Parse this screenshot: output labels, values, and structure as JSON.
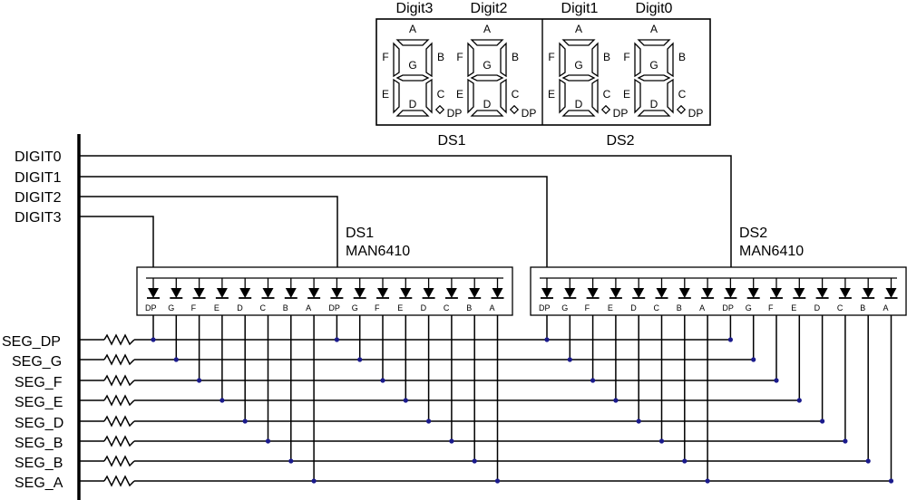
{
  "package_view": {
    "digit_titles": [
      "Digit3",
      "Digit2",
      "Digit1",
      "Digit0"
    ],
    "display_labels": [
      "DS1",
      "DS2"
    ],
    "segment_letters": {
      "a": "A",
      "b": "B",
      "c": "C",
      "d": "D",
      "e": "E",
      "f": "F",
      "g": "G",
      "dp": "DP"
    }
  },
  "signals": {
    "digits": [
      "DIGIT0",
      "DIGIT1",
      "DIGIT2",
      "DIGIT3"
    ],
    "segments": [
      "SEG_DP",
      "SEG_G",
      "SEG_F",
      "SEG_E",
      "SEG_D",
      "SEG_B",
      "SEG_B",
      "SEG_A"
    ]
  },
  "displays": [
    {
      "ref": "DS1",
      "part": "MAN6410",
      "pins": [
        "DP",
        "G",
        "F",
        "E",
        "D",
        "C",
        "B",
        "A",
        "DP",
        "G",
        "F",
        "E",
        "D",
        "C",
        "B",
        "A"
      ]
    },
    {
      "ref": "DS2",
      "part": "MAN6410",
      "pins": [
        "DP",
        "G",
        "F",
        "E",
        "D",
        "C",
        "B",
        "A",
        "DP",
        "G",
        "F",
        "E",
        "D",
        "C",
        "B",
        "A"
      ]
    }
  ],
  "colors": {
    "wire": "#000000",
    "junction": "#1a1a8c"
  }
}
